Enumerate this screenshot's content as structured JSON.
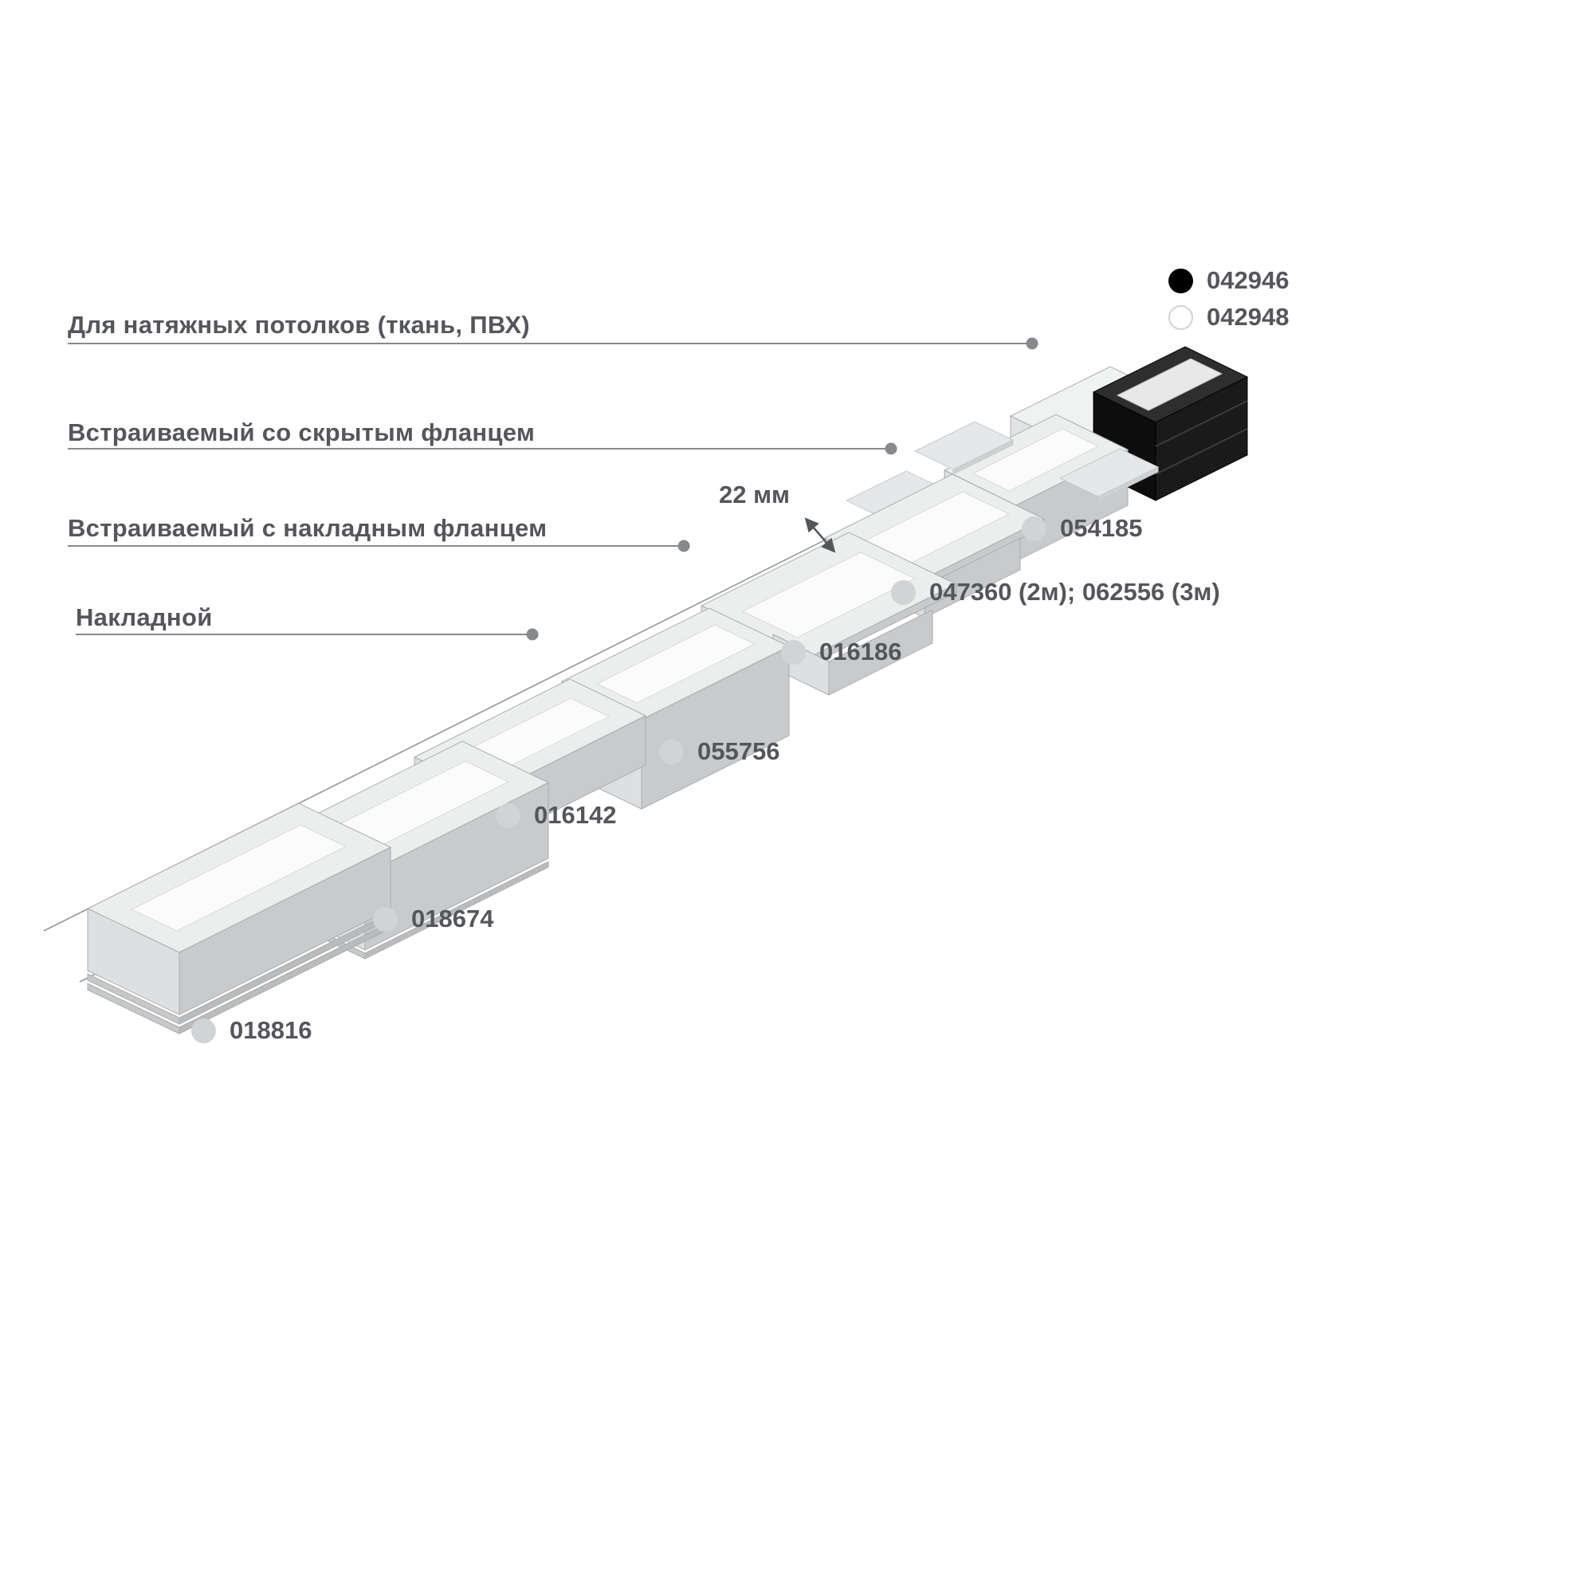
{
  "diagram": {
    "title_hint": "LED aluminum profile mounting-type lineup",
    "categories": [
      {
        "id": "stretch-ceiling",
        "label": "Для натяжных потолков (ткань, ПВХ)"
      },
      {
        "id": "recessed-hidden-flange",
        "label": "Встраиваемый со скрытым фланцем"
      },
      {
        "id": "recessed-surface-flange",
        "label": "Встраиваемый с накладным фланцем"
      },
      {
        "id": "surface-mounted",
        "label": "Накладной"
      }
    ],
    "dimension_label": "22 мм",
    "products": [
      {
        "code": "042946",
        "marker": "black"
      },
      {
        "code": "042948",
        "marker": "white"
      },
      {
        "code": "054185",
        "marker": "gray"
      },
      {
        "code": "047360 (2м); 062556 (3м)",
        "marker": "gray"
      },
      {
        "code": "016186",
        "marker": "gray"
      },
      {
        "code": "055756",
        "marker": "gray"
      },
      {
        "code": "016142",
        "marker": "gray"
      },
      {
        "code": "018674",
        "marker": "gray"
      },
      {
        "code": "018816",
        "marker": "gray"
      }
    ],
    "colors": {
      "text": "#54565a",
      "marker_gray": "#d1d3d4",
      "marker_black": "#000000",
      "marker_white_border": "#d1d3d4",
      "leader_line": "#87898c",
      "plane_line": "#939598",
      "profile_black": "#1a1a1a"
    }
  }
}
